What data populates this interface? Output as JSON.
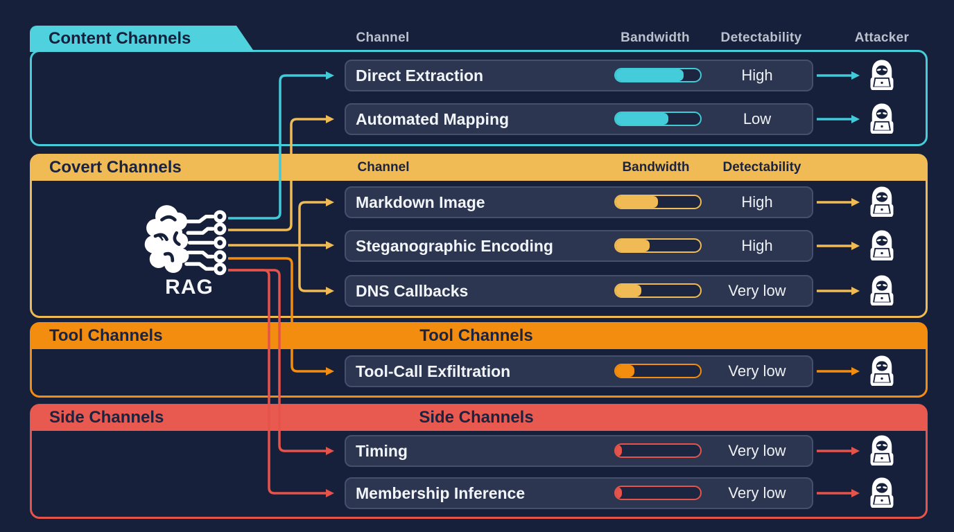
{
  "source": {
    "label": "RAG"
  },
  "column_headers": {
    "channel": "Channel",
    "bandwidth": "Bandwidth",
    "detectability": "Detectability",
    "attacker": "Attacker"
  },
  "colors": {
    "background": "#16203a",
    "row_background": "#2c3650",
    "content_accent": "#46cdda",
    "covert_accent": "#f0bb55",
    "tool_accent": "#f28d0f",
    "side_accent": "#e6534a"
  },
  "groups": [
    {
      "id": "content",
      "title": "Content Channels",
      "rows": [
        {
          "label": "Direct Extraction",
          "bandwidth_fill": "80%",
          "detectability": "High"
        },
        {
          "label": "Automated Mapping",
          "bandwidth_fill": "62%",
          "detectability": "Low"
        }
      ]
    },
    {
      "id": "covert",
      "title": "Covert Channels",
      "band_columns": {
        "channel": "Channel",
        "bandwidth": "Bandwidth",
        "detectability": "Detectability"
      },
      "rows": [
        {
          "label": "Markdown Image",
          "bandwidth_fill": "50%",
          "detectability": "High"
        },
        {
          "label": "Steganographic Encoding",
          "bandwidth_fill": "40%",
          "detectability": "High"
        },
        {
          "label": "DNS Callbacks",
          "bandwidth_fill": "30%",
          "detectability": "Very low"
        }
      ]
    },
    {
      "id": "tool",
      "title": "Tool Channels",
      "band_center_label": "Tool Channels",
      "rows": [
        {
          "label": "Tool-Call Exfiltration",
          "bandwidth_fill": "22%",
          "detectability": "Very low"
        }
      ]
    },
    {
      "id": "side",
      "title": "Side Channels",
      "band_center_label": "Side Channels",
      "rows": [
        {
          "label": "Timing",
          "bandwidth_fill": "7%",
          "detectability": "Very low"
        },
        {
          "label": "Membership Inference",
          "bandwidth_fill": "7%",
          "detectability": "Very low"
        }
      ]
    }
  ]
}
